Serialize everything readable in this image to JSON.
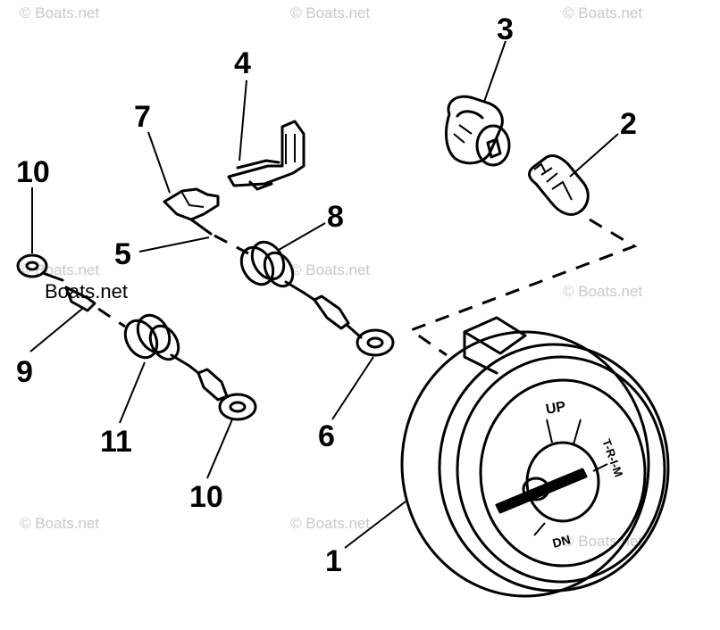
{
  "watermark": {
    "text": "© Boats.net",
    "large_text": "Boats.net"
  },
  "gauge": {
    "label_up": "UP",
    "label_trim": "T-R-I-M",
    "label_dn": "DN"
  },
  "callouts": {
    "c1": "1",
    "c2": "2",
    "c3": "3",
    "c4": "4",
    "c5": "5",
    "c6": "6",
    "c7": "7",
    "c8": "8",
    "c9": "9",
    "c10_top": "10",
    "c10_bottom": "10",
    "c11": "11"
  }
}
